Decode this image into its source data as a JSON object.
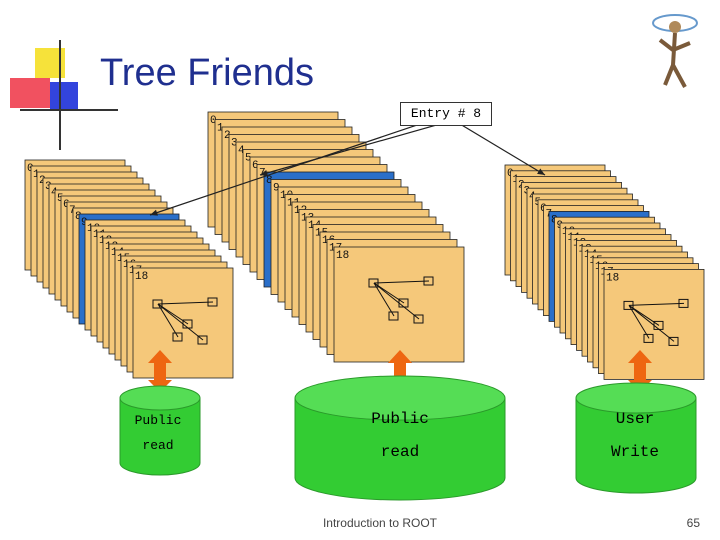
{
  "slide": {
    "title": "Tree Friends",
    "entry_label": "Entry # 8",
    "footer": "Introduction to ROOT",
    "page_number": "65"
  },
  "stacks": {
    "left": {
      "labels": [
        "0",
        "1",
        "2",
        "3",
        "4",
        "5",
        "6",
        "7",
        "8",
        "9",
        "10",
        "11",
        "12",
        "13",
        "14",
        "15",
        "16",
        "17",
        "18"
      ],
      "last": "18"
    },
    "center": {
      "labels": [
        "0",
        "1",
        "2",
        "3",
        "4",
        "5",
        "6",
        "7",
        "8",
        "9",
        "10",
        "11",
        "12",
        "13",
        "14",
        "15",
        "16",
        "17",
        "18"
      ],
      "last": "18"
    },
    "right": {
      "labels": [
        "0",
        "1",
        "2",
        "3",
        "4",
        "5",
        "6",
        "7",
        "8",
        "9",
        "10",
        "11",
        "12",
        "13",
        "14",
        "15",
        "16",
        "17",
        "18"
      ],
      "last": "18"
    }
  },
  "databases": {
    "left": {
      "line1": "Public",
      "line2": "read"
    },
    "center": {
      "line1": "Public",
      "line2": "read"
    },
    "right": {
      "line1": "User",
      "line2": "Write"
    }
  },
  "colors": {
    "card": "#f5c87a",
    "card_highlight": "#2a6fc9",
    "db_green": "#33cc33",
    "arrow_orange": "#ee6611",
    "title": "#1f2f8f"
  }
}
